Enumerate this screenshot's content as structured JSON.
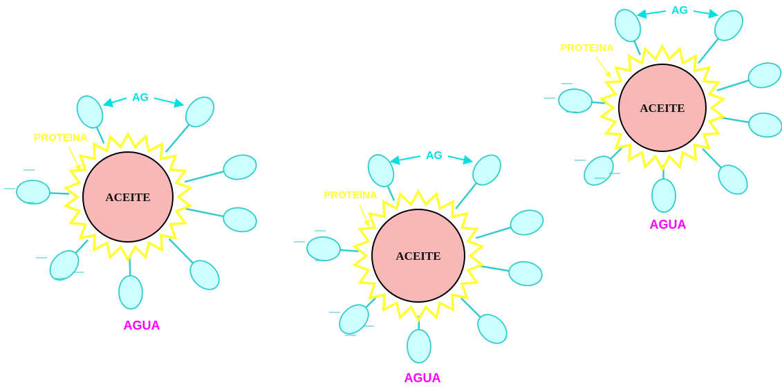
{
  "colors": {
    "oil_fill": "#f8b8b8",
    "oil_stroke": "#000000",
    "protein": "#ffff33",
    "fatty_acid_fill": "#ccffff",
    "fatty_acid_stroke": "#33cccc",
    "ag_label": "#00e0e0",
    "protein_label": "#ffff33",
    "water_label": "#ff00ff",
    "charge": "#33cccc"
  },
  "charge_symbol": "—",
  "droplets": [
    {
      "oil_label": "ACEITE",
      "fatty_acid_label": "AG",
      "protein_label": "PROTEINA",
      "water_label": "AGUA"
    },
    {
      "oil_label": "ACEITE",
      "fatty_acid_label": "AG",
      "protein_label": "PROTEINA",
      "water_label": "AGUA"
    },
    {
      "oil_label": "ACEITE",
      "fatty_acid_label": "AG",
      "protein_label": "PROTEINA",
      "water_label": "AGUA"
    }
  ]
}
